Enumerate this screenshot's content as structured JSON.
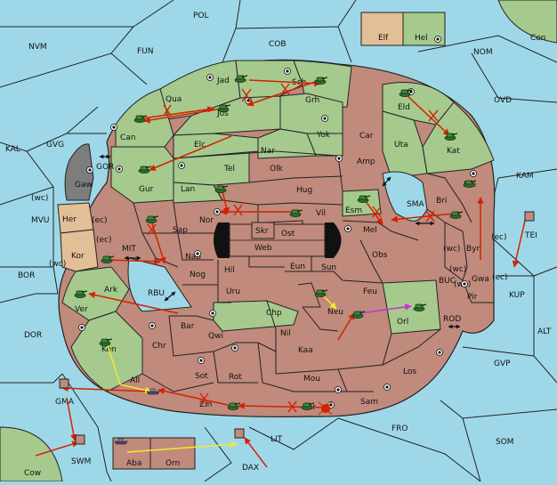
{
  "colors": {
    "sea": "#9ed8e8",
    "green_land": "#a6c98e",
    "red_land": "#c08a7c",
    "tan_land": "#e3bf97",
    "grey_land": "#7d7d7d",
    "border": "#222222",
    "order_arrow": "#d42200",
    "support_line": "#f2ea2a",
    "convoy_line": "#d030d0"
  },
  "legend": [
    {
      "label": "Elf",
      "color": "#e3bf97"
    },
    {
      "label": "Hel",
      "color": "#a6c98e"
    }
  ],
  "sea_regions": [
    "POL",
    "NVM",
    "FUN",
    "COB",
    "NOM",
    "Con",
    "OVD",
    "KAL",
    "GVG",
    "GOR",
    "KAM",
    "MVU",
    "MIT",
    "BOR",
    "RBU",
    "DOR",
    "BUC",
    "KUP",
    "ROD",
    "ALT",
    "GVP",
    "LIT",
    "FRO",
    "SOM",
    "SWM",
    "DAX",
    "SMA",
    "Cow"
  ],
  "land_regions": [
    "Jad",
    "Sch",
    "Qua",
    "Jos",
    "Grh",
    "Eld",
    "Can",
    "Yok",
    "Car",
    "Elc",
    "Nar",
    "Uta",
    "Kat",
    "Gaw",
    "Tel",
    "Olk",
    "Amp",
    "Gur",
    "Lan",
    "Hug",
    "Esm",
    "Bri",
    "Rie",
    "Her",
    "Nor",
    "Vil",
    "Skr",
    "Ost",
    "Sap",
    "Mel",
    "Web",
    "Byn",
    "TEI",
    "Kor",
    "Nab",
    "Obs",
    "Eun",
    "Sun",
    "Gwa",
    "Nog",
    "Hil",
    "Ark",
    "Uru",
    "Feu",
    "Pir",
    "Ver",
    "Chp",
    "Neu",
    "Orl",
    "Bar",
    "Qwi",
    "Nil",
    "Chr",
    "Ken",
    "Kaa",
    "Los",
    "Sot",
    "Rot",
    "Mou",
    "All",
    "Zin",
    "Kar",
    "Sam",
    "GMA",
    "Aba",
    "Orn"
  ],
  "coast_tags": [
    "(wc)",
    "(ec)",
    "(wc)",
    "(ec)",
    "(wc)",
    "(wc)",
    "(ec)",
    "(wc)",
    "(ec)"
  ]
}
